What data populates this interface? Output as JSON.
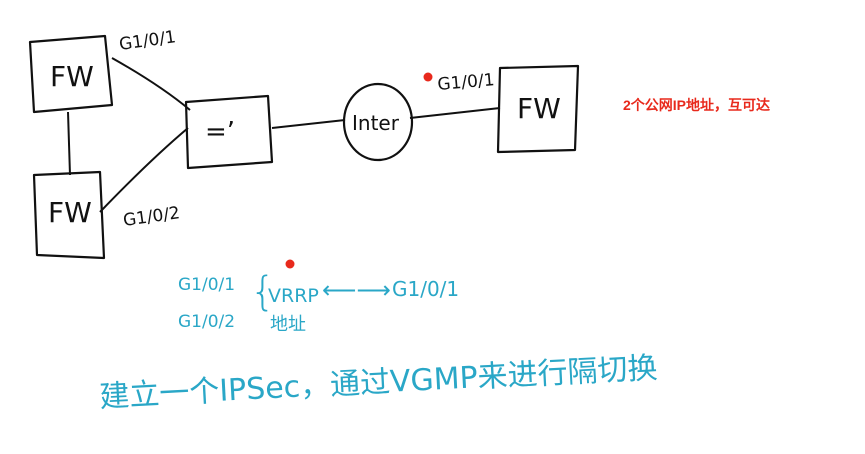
{
  "nodes": {
    "fw_top_left": "FW",
    "fw_bottom_left": "FW",
    "switch": "=’",
    "internet": "Inter",
    "fw_right": "FW"
  },
  "ports": {
    "top_left": "G1/0/1",
    "bottom_left": "G1/0/2",
    "right": "G1/0/1"
  },
  "annotation": "2个公网IP地址，互可达",
  "notes": {
    "line1_left": "G1/0/1",
    "line2_left": "G1/0/2",
    "vrrp": "VRRP",
    "vrrp_sub": "地址",
    "arrow": "⟵⟶",
    "line1_right": "G1/0/1",
    "summary": "建立一个IPSec，通过VGMP来进行隔切换"
  },
  "colors": {
    "ink": "#111111",
    "blue_ink": "#2aa7c7",
    "red": "#e8291c"
  }
}
